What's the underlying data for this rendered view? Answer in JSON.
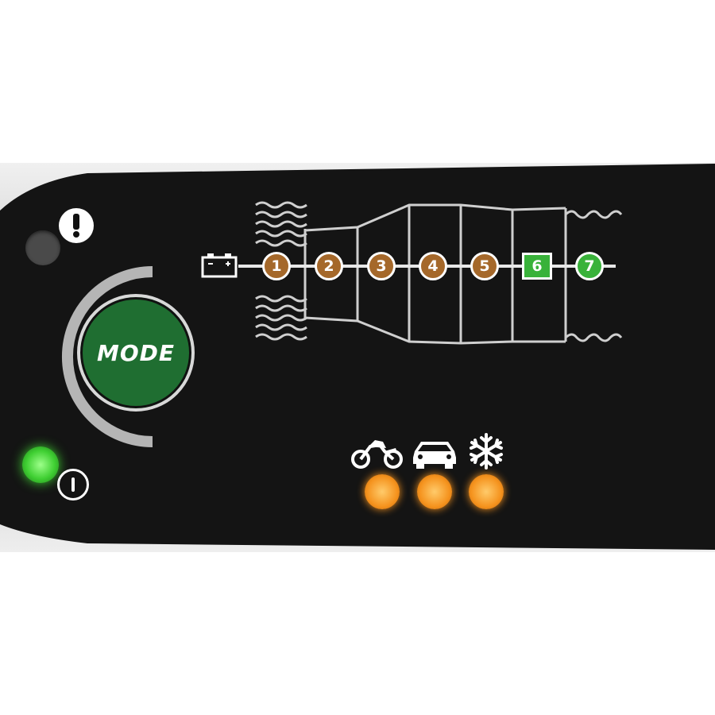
{
  "panel": {
    "colors": {
      "background": "#141414",
      "bezel": "#d9d9d9",
      "step_amber": "#a5682a",
      "step_green": "#39b23a",
      "led_green": "#33c233",
      "led_amber": "#f5931e",
      "led_off": "#4a4a4a",
      "mode_button": "#1f6e31"
    }
  },
  "error_indicator": {
    "icon": "exclamation-icon",
    "led_state": "off"
  },
  "power_indicator": {
    "icon": "power-icon",
    "led_state": "on"
  },
  "mode_button": {
    "label": "MODE"
  },
  "charging_steps": {
    "battery_icon": "battery-icon",
    "steps": [
      {
        "label": "1",
        "state": "amber"
      },
      {
        "label": "2",
        "state": "amber"
      },
      {
        "label": "3",
        "state": "amber"
      },
      {
        "label": "4",
        "state": "amber"
      },
      {
        "label": "5",
        "state": "amber"
      },
      {
        "label": "6",
        "state": "green"
      },
      {
        "label": "7",
        "state": "green"
      }
    ]
  },
  "modes": [
    {
      "icon": "motorcycle-icon",
      "led_state": "amber"
    },
    {
      "icon": "car-icon",
      "led_state": "amber"
    },
    {
      "icon": "snowflake-icon",
      "led_state": "amber"
    }
  ]
}
